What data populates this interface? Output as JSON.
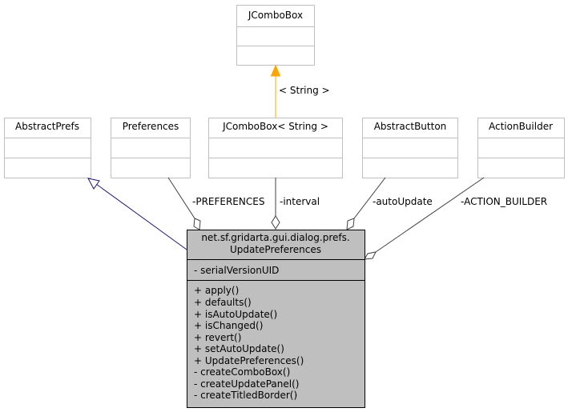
{
  "classes": {
    "jcombobox": {
      "name": "JComboBox"
    },
    "abstract_prefs": {
      "name": "AbstractPrefs"
    },
    "preferences": {
      "name": "Preferences"
    },
    "jcombobox_string": {
      "name": "JComboBox< String >"
    },
    "abstract_button": {
      "name": "AbstractButton"
    },
    "action_builder": {
      "name": "ActionBuilder"
    },
    "main": {
      "name_line1": "net.sf.gridarta.gui.dialog.prefs.",
      "name_line2": "UpdatePreferences",
      "attributes": [
        "- serialVersionUID"
      ],
      "methods": [
        "+ apply()",
        "+ defaults()",
        "+ isAutoUpdate()",
        "+ isChanged()",
        "+ revert()",
        "+ setAutoUpdate()",
        "+ UpdatePreferences()",
        "- createComboBox()",
        "- createUpdatePanel()",
        "- createTitledBorder()"
      ]
    }
  },
  "edges": {
    "template": "< String >",
    "preferences": "-PREFERENCES",
    "interval": "-interval",
    "auto_update": "-autoUpdate",
    "action_builder": "-ACTION_BUILDER"
  },
  "colors": {
    "inheritance": "#191970",
    "template": "#ffa500",
    "composition": "#404040",
    "main_fill": "#bfbfbf"
  }
}
